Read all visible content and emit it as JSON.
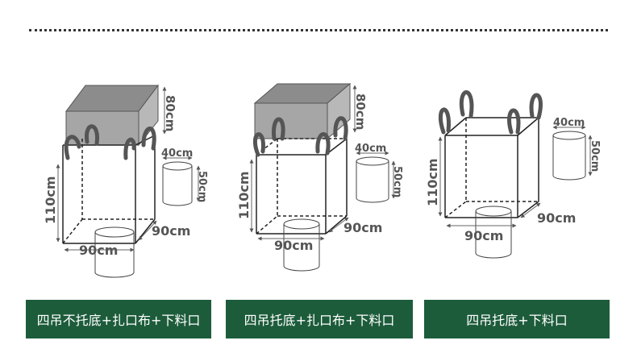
{
  "colors": {
    "caption_bg": "#1d5c3b",
    "caption_text": "#ffffff",
    "dimension_text": "#555555",
    "lid_fill": "#999999",
    "handle_fill": "#b5b5b5"
  },
  "bags": [
    {
      "caption": "四吊不托底+扎口布+下料口",
      "dims": {
        "top_height": "80cm",
        "height": "110cm",
        "bottom_width": "90cm",
        "bottom_depth": "90cm",
        "spout_diameter": "40cm",
        "spout_length": "50cm"
      }
    },
    {
      "caption": "四吊托底+扎口布+下料口",
      "dims": {
        "top_height": "80cm",
        "height": "110cm",
        "bottom_width": "90cm",
        "bottom_depth": "90cm",
        "spout_diameter": "40cm",
        "spout_length": "50cm"
      }
    },
    {
      "caption": "四吊托底+下料口",
      "dims": {
        "height": "110cm",
        "bottom_width": "90cm",
        "bottom_depth": "90cm",
        "spout_diameter": "40cm",
        "spout_length": "50cm"
      }
    }
  ]
}
